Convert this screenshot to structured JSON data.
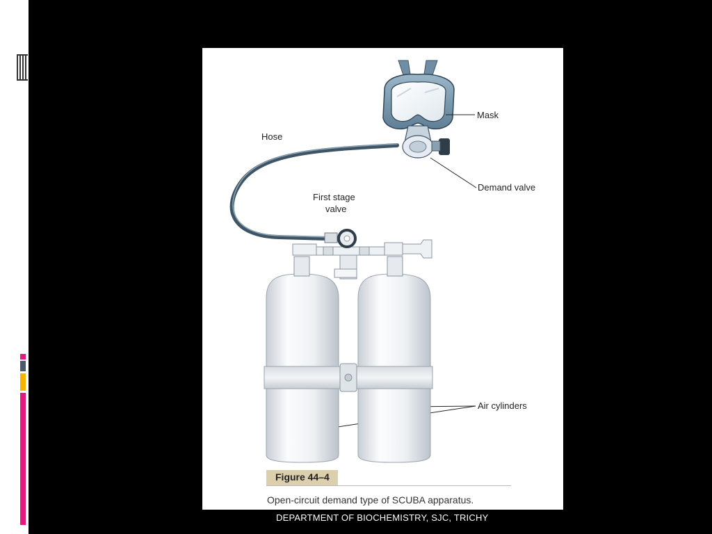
{
  "figure": {
    "labels": {
      "mask": "Mask",
      "hose": "Hose",
      "demand_valve": "Demand valve",
      "first_stage_valve_line1": "First stage",
      "first_stage_valve_line2": "valve",
      "air_cylinders": "Air cylinders"
    },
    "number": "Figure 44–4",
    "caption": "Open-circuit demand type of SCUBA apparatus."
  },
  "footer": {
    "text": "DEPARTMENT OF BIOCHEMISTRY, SJC, TRICHY"
  },
  "colors": {
    "background": "#000000",
    "accent_pink": "#e5197d",
    "accent_gray": "#4a5a6a",
    "accent_yellow": "#f6b400",
    "figure_number_bg": "#dccfae",
    "mask_blue": "#7e9fb6"
  },
  "icons": [
    "slide-layout-icon"
  ]
}
